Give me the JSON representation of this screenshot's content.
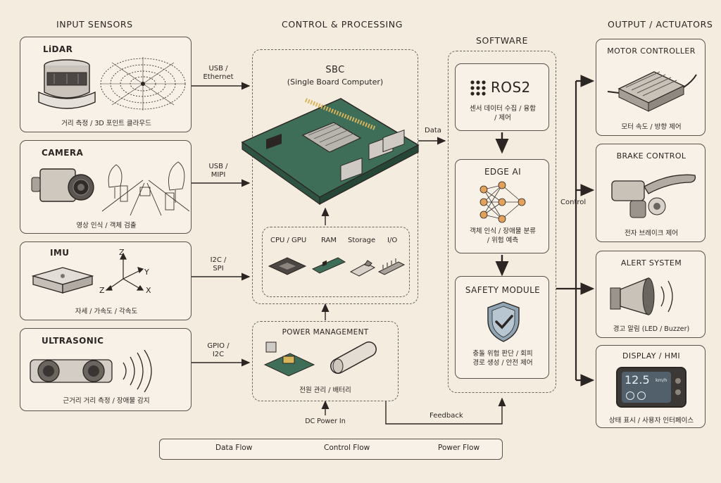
{
  "sections": {
    "input": "INPUT SENSORS",
    "control": "CONTROL & PROCESSING",
    "software": "SOFTWARE",
    "output": "OUTPUT / ACTUATORS"
  },
  "sensors": [
    {
      "title": "LiDAR",
      "desc": "거리 측정 / 3D 포인트 클라우드",
      "link": [
        "USB /",
        "Ethernet"
      ]
    },
    {
      "title": "CAMERA",
      "desc": "영상 인식 / 객체 검출",
      "link": [
        "USB /",
        "MIPI"
      ]
    },
    {
      "title": "IMU",
      "desc": "자세 / 가속도 / 각속도",
      "link": [
        "I2C /",
        "SPI"
      ]
    },
    {
      "title": "ULTRASONIC",
      "desc": "근거리 거리 측정 / 장애물 감지",
      "link": [
        "GPIO /",
        "I2C"
      ]
    }
  ],
  "imu_axes": {
    "z": "Z",
    "y": "Y",
    "x": "X",
    "z2": "Z"
  },
  "sbc": {
    "title": "SBC",
    "subtitle": "(Single Board Computer)"
  },
  "components": [
    "CPU / GPU",
    "RAM",
    "Storage",
    "I/O"
  ],
  "power": {
    "title": "POWER MANAGEMENT",
    "desc": "전원 관리 / 배터리",
    "input": "DC Power In"
  },
  "software": [
    {
      "title": "ROS2",
      "desc": [
        "센서 데이터 수집 / 융합",
        "/ 제어"
      ]
    },
    {
      "title": "EDGE AI",
      "desc": [
        "객체 인식 / 장애물 분류",
        "/ 위험 예측"
      ]
    },
    {
      "title": "SAFETY MODULE",
      "desc": [
        "충돌 위험 판단 / 회피",
        "경로 생성 / 안전 제어"
      ]
    }
  ],
  "links": {
    "data": "Data",
    "control": "Control",
    "feedback": "Feedback"
  },
  "outputs": [
    {
      "title": "MOTOR CONTROLLER",
      "desc": "모터 속도 / 방향 제어"
    },
    {
      "title": "BRAKE CONTROL",
      "desc": "전자 브레이크 제어"
    },
    {
      "title": "ALERT SYSTEM",
      "desc": "경고 알림 (LED / Buzzer)"
    },
    {
      "title": "DISPLAY / HMI",
      "desc": "상태 표시 / 사용자 인터페이스"
    }
  ],
  "hmi_screen": {
    "value": "12.5",
    "unit": "km/h"
  },
  "legend": {
    "data": "Data Flow",
    "control": "Control Flow",
    "power": "Power Flow"
  }
}
